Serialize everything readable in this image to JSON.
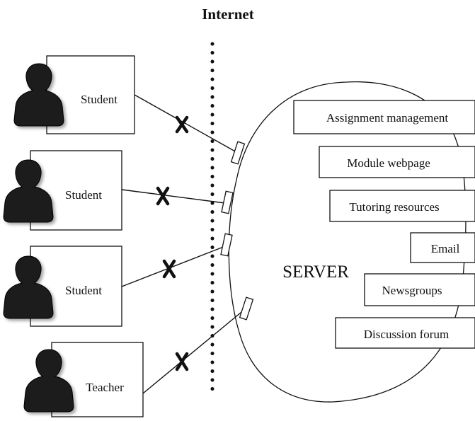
{
  "title": "Internet",
  "server_label": "SERVER",
  "clients": [
    {
      "label": "Student",
      "icon": "person-icon"
    },
    {
      "label": "Student",
      "icon": "person-icon"
    },
    {
      "label": "Student",
      "icon": "person-icon"
    },
    {
      "label": "Teacher",
      "icon": "person-icon"
    }
  ],
  "services": [
    "Assignment management",
    "Module webpage",
    "Tutoring resources",
    "Email",
    "Newsgroups",
    "Discussion forum"
  ],
  "colors": {
    "stroke": "#111111",
    "person_fill": "#1a1a1a",
    "background": "#ffffff"
  }
}
